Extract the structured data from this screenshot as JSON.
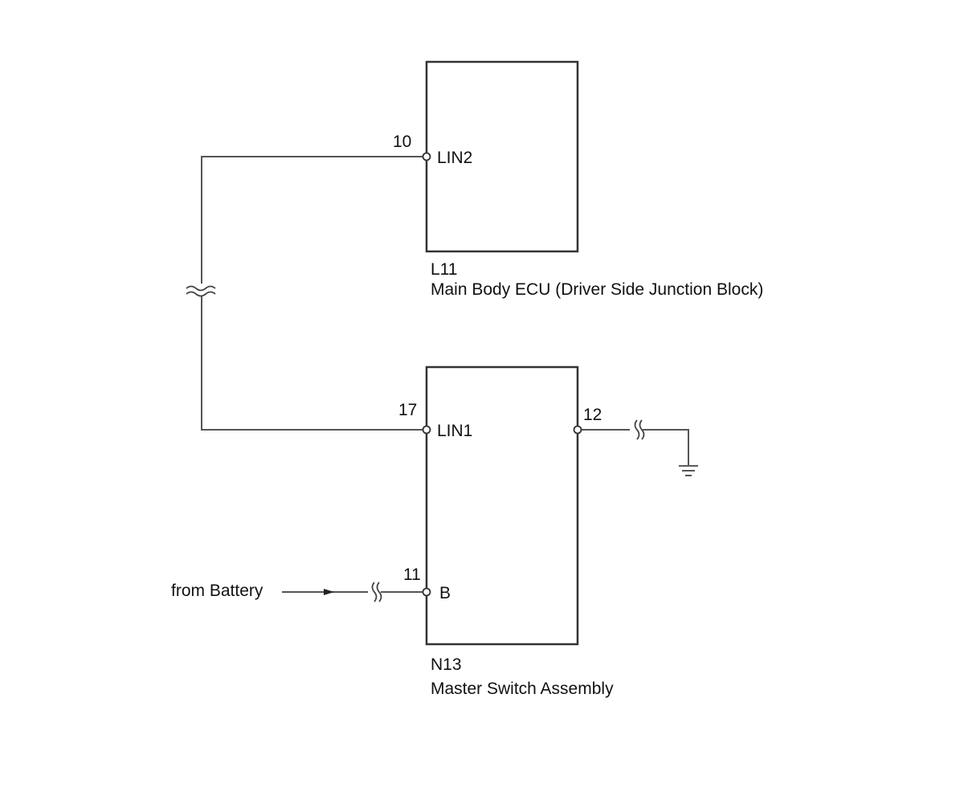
{
  "components": [
    {
      "id": "L11",
      "code": "L11",
      "name": "Main Body ECU (Driver Side Junction Block)",
      "pins": [
        {
          "number": "10",
          "label": "LIN2"
        }
      ]
    },
    {
      "id": "N13",
      "code": "N13",
      "name": "Master Switch Assembly",
      "pins": [
        {
          "number": "17",
          "label": "LIN1"
        },
        {
          "number": "11",
          "label": "B"
        },
        {
          "number": "12",
          "label": ""
        }
      ]
    }
  ],
  "connections": [
    {
      "from": "L11.10",
      "to": "N13.17"
    },
    {
      "from": "battery",
      "to": "N13.11"
    },
    {
      "from": "N13.12",
      "to": "ground"
    }
  ],
  "source_label": "from Battery",
  "icons": {
    "ground": "ground-icon",
    "break": "wire-break-icon",
    "arrow": "arrow-icon"
  }
}
